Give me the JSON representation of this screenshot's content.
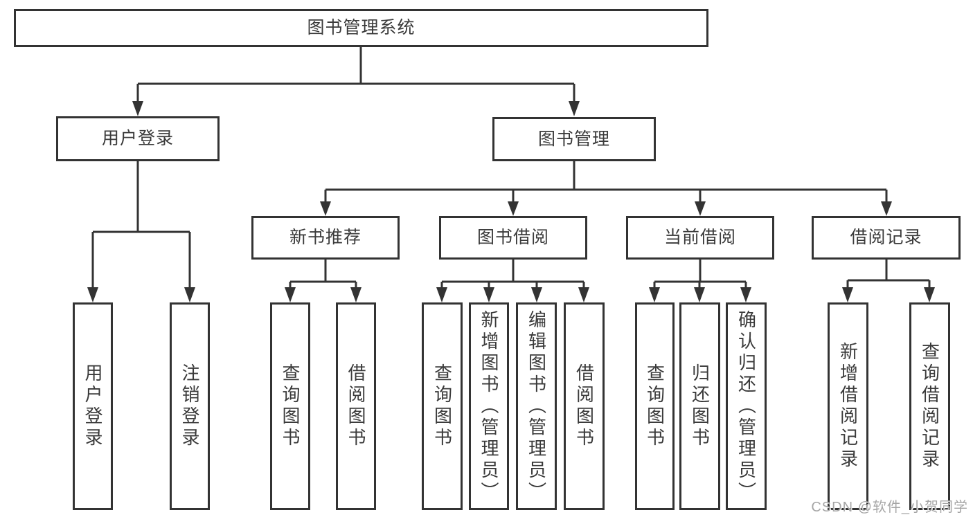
{
  "colors": {
    "line": "#333333",
    "box_border": "#333333",
    "text": "#3a3a3a",
    "watermark": "#a6a6a6",
    "background": "#ffffff"
  },
  "tree": {
    "root": {
      "label": "图书管理系统",
      "children": [
        {
          "label": "用户登录",
          "children": [
            {
              "label": "用户登录"
            },
            {
              "label": "注销登录"
            }
          ]
        },
        {
          "label": "图书管理",
          "children": [
            {
              "label": "新书推荐",
              "children": [
                {
                  "label": "查询图书"
                },
                {
                  "label": "借阅图书"
                }
              ]
            },
            {
              "label": "图书借阅",
              "children": [
                {
                  "label": "查询图书"
                },
                {
                  "label": "新增图书（管理员）"
                },
                {
                  "label": "编辑图书（管理员）"
                },
                {
                  "label": "借阅图书"
                }
              ]
            },
            {
              "label": "当前借阅",
              "children": [
                {
                  "label": "查询图书"
                },
                {
                  "label": "归还图书"
                },
                {
                  "label": "确认归还（管理员）"
                }
              ]
            },
            {
              "label": "借阅记录",
              "children": [
                {
                  "label": "新增借阅记录"
                },
                {
                  "label": "查询借阅记录"
                }
              ]
            }
          ]
        }
      ]
    }
  },
  "watermark": {
    "text": "CSDN @软件_小贺同学"
  }
}
